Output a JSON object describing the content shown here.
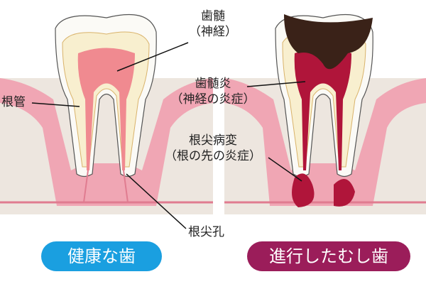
{
  "labels": {
    "pulp": "歯髄",
    "pulp_sub": "（神経）",
    "pulpitis": "歯髄炎",
    "pulpitis_sub": "（神経の炎症）",
    "root_canal": "根管",
    "periapical": "根尖病変",
    "periapical_sub": "（根の先の炎症）",
    "apical_foramen": "根尖孔"
  },
  "badges": {
    "healthy": "健康な歯",
    "decayed": "進行したむし歯"
  },
  "colors": {
    "healthy_badge": "#1a9fe0",
    "decayed_badge": "#9b1d5a",
    "gum": "#f0a6b4",
    "bone": "#ede6df",
    "pulp_healthy": "#f08a90",
    "pulp_inflamed": "#b0153a",
    "dentin": "#f8efcf",
    "caries": "#3a2218"
  }
}
